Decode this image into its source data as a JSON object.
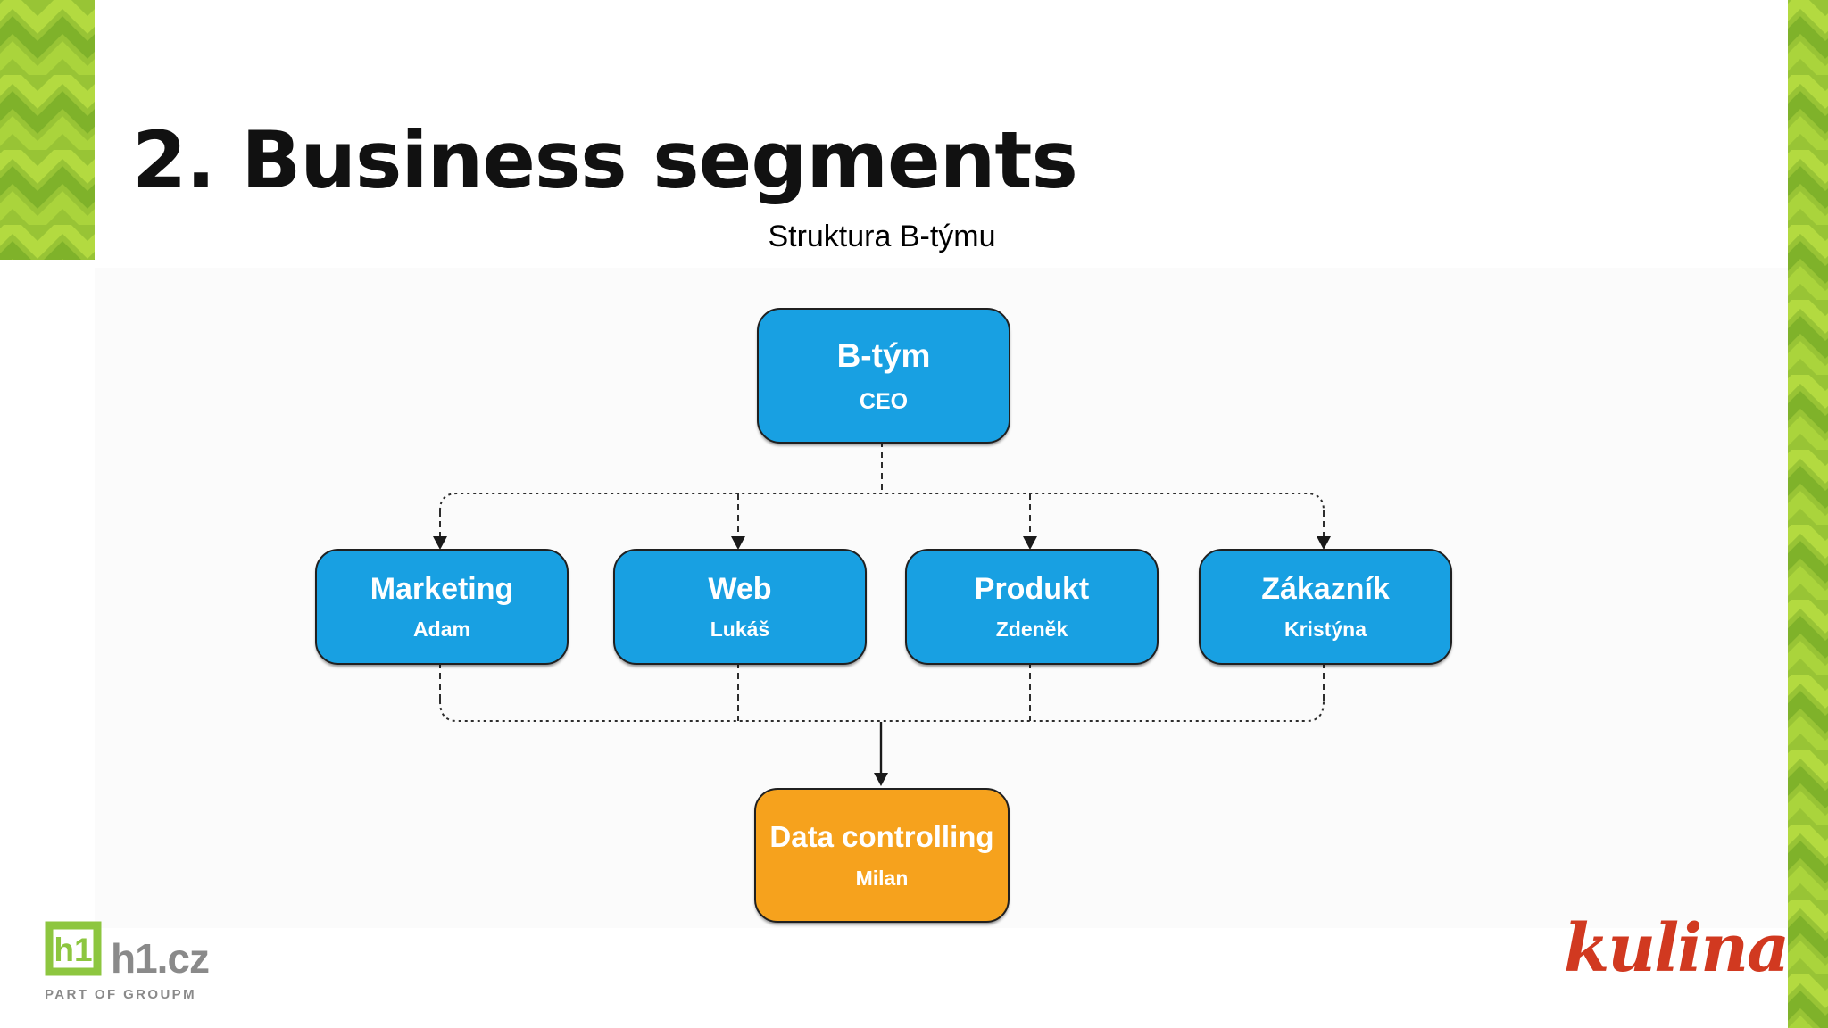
{
  "slide": {
    "title": "2. Business segments"
  },
  "diagram": {
    "title": "Struktura B-týmu",
    "type": "org-chart",
    "nodes": [
      {
        "id": "b-tym",
        "label": "B-tým",
        "person": "CEO",
        "fill": "#18a0e2"
      },
      {
        "id": "marketing",
        "label": "Marketing",
        "person": "Adam",
        "fill": "#18a0e2"
      },
      {
        "id": "web",
        "label": "Web",
        "person": "Lukáš",
        "fill": "#18a0e2"
      },
      {
        "id": "produkt",
        "label": "Produkt",
        "person": "Zdeněk",
        "fill": "#18a0e2"
      },
      {
        "id": "zakaznik",
        "label": "Zákazník",
        "person": "Kristýna",
        "fill": "#18a0e2"
      },
      {
        "id": "data-controlling",
        "label": "Data controlling",
        "person": "Milan",
        "fill": "#f6a21d"
      }
    ],
    "edges": [
      {
        "from": "b-tym",
        "to": "marketing",
        "style": "dashed-arrow"
      },
      {
        "from": "b-tym",
        "to": "web",
        "style": "dashed-arrow"
      },
      {
        "from": "b-tym",
        "to": "produkt",
        "style": "dashed-arrow"
      },
      {
        "from": "b-tym",
        "to": "zakaznik",
        "style": "dashed-arrow"
      },
      {
        "from": "marketing",
        "to": "data-controlling",
        "style": "dashed"
      },
      {
        "from": "web",
        "to": "data-controlling",
        "style": "dashed"
      },
      {
        "from": "produkt",
        "to": "data-controlling",
        "style": "dashed"
      },
      {
        "from": "zakaznik",
        "to": "data-controlling",
        "style": "dashed"
      },
      {
        "from": "junction",
        "to": "data-controlling",
        "style": "solid-arrow"
      }
    ]
  },
  "footer": {
    "h1_logo": {
      "monogram": "h1",
      "name": "h1.cz",
      "tagline": "PART OF GROUPM"
    },
    "kulina_logo": {
      "name": "kulina"
    }
  },
  "colors": {
    "node_blue": "#18a0e2",
    "node_orange": "#f6a21d",
    "pattern_green_light": "#b3da40",
    "pattern_green_mid": "#98c435",
    "pattern_green_dark": "#7fb22a",
    "h1_green": "#8dc63f",
    "h1_gray": "#8a8a8a",
    "kulina_red": "#d13920",
    "connector_dark": "#2d2d2d"
  }
}
